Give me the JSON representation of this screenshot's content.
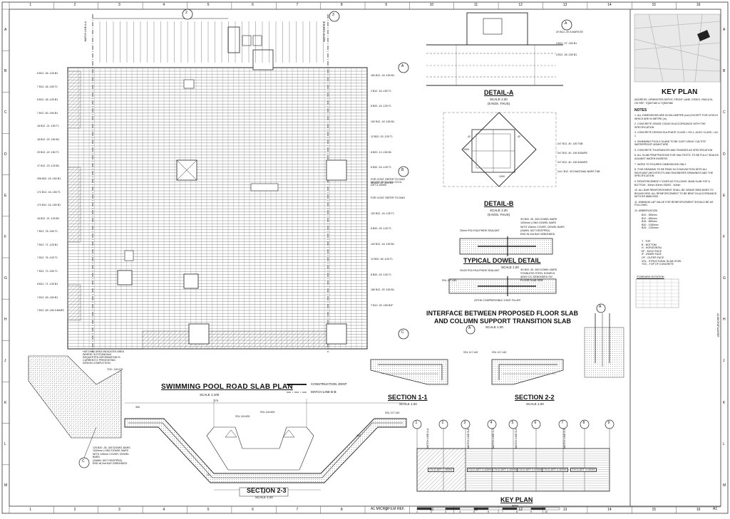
{
  "grid": {
    "columns": [
      "1",
      "2",
      "3",
      "4",
      "5",
      "6",
      "7",
      "8",
      "9",
      "10",
      "11",
      "12",
      "13",
      "14",
      "15",
      "16"
    ],
    "rows": [
      "A",
      "B",
      "C",
      "D",
      "E",
      "F",
      "G",
      "H",
      "J",
      "K",
      "L",
      "M"
    ]
  },
  "titles": {
    "plan": "SWIMMING POOL ROAD SLAB PLAN",
    "plan_scale": "SCALE 1:100",
    "detail_a": "DETAIL-A",
    "detail_a_scale": "SCALE 1:20",
    "detail_a_sub": "(5 NOS. THUS)",
    "detail_b": "DETAIL-B",
    "detail_b_scale": "SCALE 1:20",
    "detail_b_sub": "(5 NOS. THUS)",
    "dowel": "TYPICAL DOWEL DETAIL",
    "dowel_scale": "SCALE 1:20",
    "interface_1": "INTERFACE BETWEEN PROPOSED FLOOR SLAB",
    "interface_2": "AND COLUMN SUPPORT TRANSITION SLAB",
    "interface_scale": "SCALE 1:20",
    "section_1": "SECTION 1-1",
    "section_1_scale": "SCALE 1:20",
    "section_2": "SECTION 2-2",
    "section_2_scale": "SCALE 1:20",
    "section_3": "SECTION 2-3",
    "section_3_scale": "SCALE 1:20",
    "key_plan_bottom": "KEY PLAN",
    "key_plan_bottom_scale": "NTS",
    "key_plan_right": "KEY PLAN"
  },
  "legend": {
    "construction_joint": "CONSTRUCTION JOINT",
    "match_line": "MATCH LINE B-B"
  },
  "plan_labels": {
    "match_line_a": "MATCH LINE A-A",
    "match_line_b": "MATCH LINE B-B",
    "callout_2": "2",
    "callout_3": "3",
    "grid_a": "A",
    "grid_b": "B",
    "grid_c": "C",
    "hatch_note": "HATCHED AREA INDICATES AREA WHERE OUTSTANDING REQUESTED INFORMATION IS CURRENTLY PREVENTING DESIGN COMPLETION",
    "toc": "TOC: 115.075",
    "cont_note": "FOR CONT. REFER TO DWG NO XXX-DC01-XXX-CIV-D-DET-X-0009X"
  },
  "left_rebar": [
    "6 B12 -45 -125 B1",
    "7 B12 -45 -150 T1",
    "6 B12 -45 -125 B1",
    "7 B12 -50 -150 B1",
    "18 B12 -21 -150 T1",
    "18 B12 -22 -150 B1",
    "20 B12 -22 -150 T1",
    "17 B12 -23 -125 B1",
    "206 B20 -16 -150 B1",
    "172 B12 -16 -150 T1",
    "172 B12 -16 -150 B1",
    "16 B12 -21 -125 B1",
    "7 B12 -76 -150 T1",
    "7 B12 -71 -125 B1",
    "7 B12 -76 -125 T1",
    "7 B12 -73 -150 T1",
    "8 B12 -71 -125 B1",
    "7 B12 -63 -150 B1",
    "7 B12 -63 -150 0-BARS"
  ],
  "right_rebar": [
    "162 B12 -16 -150 B1",
    "2 B12 -16 -150 T1",
    "8 B20 -16 -125 T1",
    "102 B12 -16 -150 B1",
    "12 B20 -03 -125 T1",
    "8 B20 -13 -150 B1",
    "8 B20 -16 -125 T1",
    "90 B12 -17 -100 B1",
    "FOR CONT. REFER TO DWG",
    "102 B12 -16 -125 T1",
    "8 B20 -03 -125 T1",
    "102 B12 -16 -150 B1",
    "12 B20 -06 -125 T1",
    "8 B20 -03 -125 T1",
    "180 B12 -20 -150 B1",
    "T B12 -20 -150 B1F"
  ],
  "detail_a_labels": [
    "2H B12 -20 0-BARS EE",
    "4 B12 -27 -150 B1",
    "4 B12 -28 -150 B1"
  ],
  "detail_b_labels": [
    "2x7 B12 -40 -150 T&B",
    "2x7 B10 -40 -150 B-BARS",
    "2x7 B12 -40 -150 B-BARS",
    "2x4 / B12 -30 DIAGONAL BARS T&B"
  ],
  "detail_b_dims": [
    "1000",
    "1000",
    "42",
    "42"
  ],
  "dowel_labels": [
    "25mm POLYSULPHIDE SEALANT",
    "3H B20 -35 -300 DOWEL BARS",
    "1000mm LONG DOWEL BARS",
    "WITH 125mm COVER, DOWEL BARS",
    "(SAWN, NOT DROPPED)",
    "END IN 2nd BAY DEBONDED"
  ],
  "interface_labels": [
    "20x20 POLYSULPHIDE SEALANT",
    "SSL 117.140",
    "20THK COMPRESSIBLE JOINT FILLER",
    "3H B20 -35 -300 DOWEL BARS",
    "STAINLESS STEEL DOWELS",
    "@300 C/C DEBONDED ON",
    "FLOOR SLAB SIDE"
  ],
  "section_labels": {
    "ssl_1": "SSL 117.140",
    "ssl_2": "SSL 117.140",
    "ssl_3": "SSL 117.140",
    "ssl_4": "SSL 115.825",
    "ssl_5": "SSL 115.825",
    "dowel_note": "125 B20 -35 -300 DOWEL BARS",
    "dowel_note_2": "1000mm LONG DOWEL BARS",
    "dowel_note_3": "WITH 125mm COVER, DOWEL BARS",
    "dowel_note_4": "(SAWN, NOT DROPPED)",
    "dowel_note_5": "END IN 2nd BAY DEBONDED",
    "dim_300": "300",
    "dim_375": "375",
    "dim_12": "12",
    "dim_750": "750",
    "dim_400": "400"
  },
  "key_plan_grid": [
    "1",
    "2",
    "3",
    "4",
    "5",
    "6",
    "7",
    "8",
    "9"
  ],
  "key_plan_match": [
    "MATCH LINE A-A",
    "MATCH LINE B-B",
    "MATCH LINE C-C",
    "MATCH LINE D-D",
    "MATCH LINE E-E"
  ],
  "key_plan_refs": [
    "CIV-D-DET-X-0009X",
    "CIV-D-DET-X-0009X",
    "CIV-D-DET-X-0009X",
    "CIV-D-DET-X-0009X",
    "CIV-D-DET-X-0009X",
    "CIV-D-DET-X-0009X"
  ],
  "right_panel": {
    "address": "ADDRESS: UPMINSTER DEPOT, FRONT LANE, ESSEX, RM141XL",
    "os_ref": "OS REF: TQ557189 & TQ557088",
    "notes_title": "NOTES",
    "notes": [
      "1. ALL DIMENSIONS ARE IN MILLIMETRE (mm) EXCEPT FOR LEVELS WHICH ARE IN METRE (m)",
      "2. CONCRETE GRADE C32/40 IN ACCORDANCE WITH THE SPECIFICATION",
      "3. CONCRETE DESIGN SULPHATE CLASS = DS-1, ACEC CLASS = AC-1",
      "4. SWIMMING POOLS SLABS TO BE CAST USING 'CALTITE' WATERPROOF ADMIXTURE",
      "5. CONCRETE TOLERANCES AND FINISHES AS SPECIFICATION",
      "6. ALL SLAB PENETRATIONS FOR SIACTESTS: TO BE FULLY SEALED AGAINST WATER INGRESS",
      "7. WORK TO FIGURED DIMENSIONS ONLY",
      "8. THIS DRAWING TO BE READ IN CONJUNCTION WITH ALL RELEVANT ARCHITECTS AND ENGINEERS DRAWINGS AND THE SPECIFICATION",
      "9. REINFORCEMENT COVER AS FOLLOWS: MAIN SLAB TOP & BOTTOM - 50mm 40mm SIDES - 40mm",
      "10. ALL BAR REINFORCEMENT SHALL BE GRADE B500 BARS TO BS4449:2005. ALL REINFORCEMENT TO BE BENT IN ACCORDANCE WITH BS 8666:2005",
      "11. MINIMUM LAP VALUE FOR REINFORCEMENT SHOULD BE AS FOLLOWS:",
      "12. ABBREVIATION"
    ],
    "lap_table": [
      "B10 - 550mm",
      "B12 - 650mm",
      "B16 - 850mm",
      "B20 - 1050mm",
      "B25 - 1300mm"
    ],
    "abbrev": [
      "T - TOP",
      "B - BOTTOM",
      "H - HORIZONTAL",
      "EF - EACH FACE",
      "IF - INNER FACE",
      "OF - OUTER FACE",
      "SSL - STRUCTURAL SLAB LEVEL",
      "TOC - TOP OF CONCRETE"
    ],
    "standard_notation": "STANDARD NOTATION",
    "microfilm_side": "A1 MICROFILM REF."
  },
  "footer": {
    "microfilm": "A1 MICROFILM REF.",
    "sheet": "A1",
    "scale_numbers": [
      "1",
      "2",
      "3",
      "4",
      "5",
      "6",
      "7",
      "8",
      "9",
      "10"
    ]
  }
}
